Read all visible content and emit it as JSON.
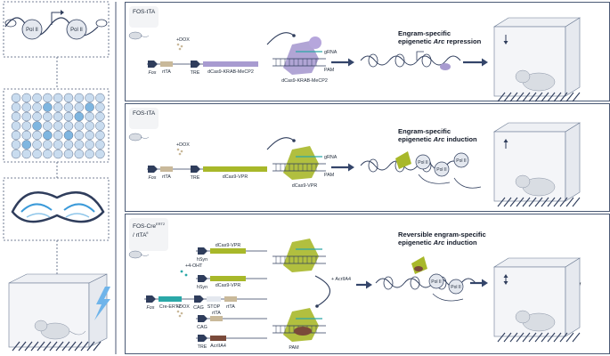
{
  "panels": [
    {
      "tag": "FOS-tTA",
      "construct_labels": [
        "Fos",
        "rtTA",
        "+DOX",
        "TRE",
        "dCas9-KRAB-MeCP2"
      ],
      "complex_labels": [
        "gRNA",
        "PAM",
        "dCas9-KRAB-MeCP2"
      ],
      "heading_pre": "Engram-specific",
      "heading_line2_pre": "epigenetic ",
      "heading_gene": "Arc",
      "heading_post": " repression",
      "performance": "Reduced memory performance",
      "arrow": "down"
    },
    {
      "tag": "FOS-tTA",
      "construct_labels": [
        "Fos",
        "rtTA",
        "+DOX",
        "TRE",
        "dCas9-VPR"
      ],
      "complex_labels": [
        "gRNA",
        "PAM",
        "dCas9-VPR"
      ],
      "heading_pre": "Engram-specific",
      "heading_line2_pre": "epigenetic ",
      "heading_gene": "Arc",
      "heading_post": " induction",
      "performance": "Increased memory performance",
      "arrow": "up"
    },
    {
      "tag_main": "FOS-Cre",
      "tag_sup1": "ERT2",
      "tag_line2": "/ rtTA",
      "tag_sup2": "fl",
      "construct_labels": [
        "hSyn",
        "dCas9-VPR",
        "+4-OHT",
        "hSyn",
        "dCas9-VPR",
        "Fos",
        "Cre-ERT2",
        "CAG",
        "STOP",
        "rtTA",
        "+DOX",
        "CAG",
        "rtTA",
        "TRE",
        "AcrIIA4"
      ],
      "complex_labels": [
        "+ AcrIIA4",
        "PAM"
      ],
      "heading_pre": "Reversible engram-specific",
      "heading_line2_pre": "epigenetic ",
      "heading_gene": "Arc",
      "heading_post": " induction",
      "performance": "Reversible memory performance",
      "arrow": "updown"
    }
  ],
  "pol_label": "Pol II",
  "colors": {
    "krab": "#a89bd0",
    "vpr": "#a8b82a",
    "teal": "#2aa8a8",
    "rtta": "#c9b99a",
    "acr": "#7a4a3a",
    "navy": "#2f3d5c",
    "cell_light": "#c9dcef",
    "pol": "#e4e8ef"
  }
}
